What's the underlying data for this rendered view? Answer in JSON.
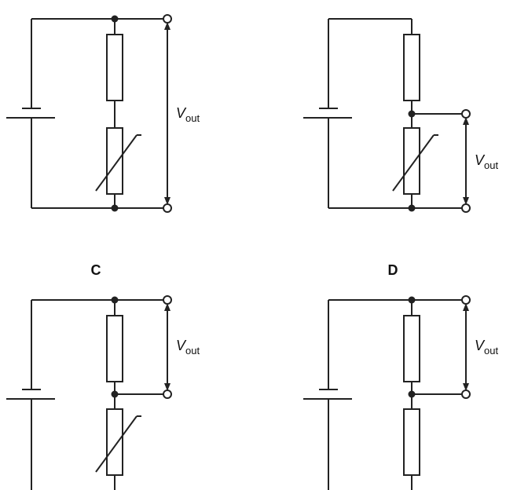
{
  "labels": {
    "c": "C",
    "d": "D"
  },
  "output": {
    "symbol": "V",
    "subscript": "out"
  }
}
